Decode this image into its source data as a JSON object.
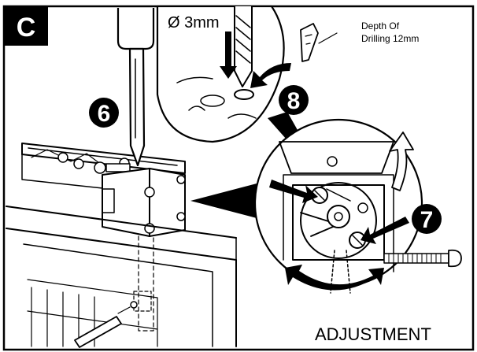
{
  "panel": {
    "label": "C"
  },
  "steps": {
    "six": "6",
    "seven": "7",
    "eight": "8"
  },
  "callouts": {
    "drill_size": "Ø 3mm",
    "depth_line1": "Depth Of",
    "depth_line2": "Drilling 12mm",
    "adjustment": "ADJUSTMENT"
  },
  "icons": [
    "screwdriver-icon",
    "drill-bit-icon",
    "wall-plug-icon",
    "screw-icon"
  ]
}
